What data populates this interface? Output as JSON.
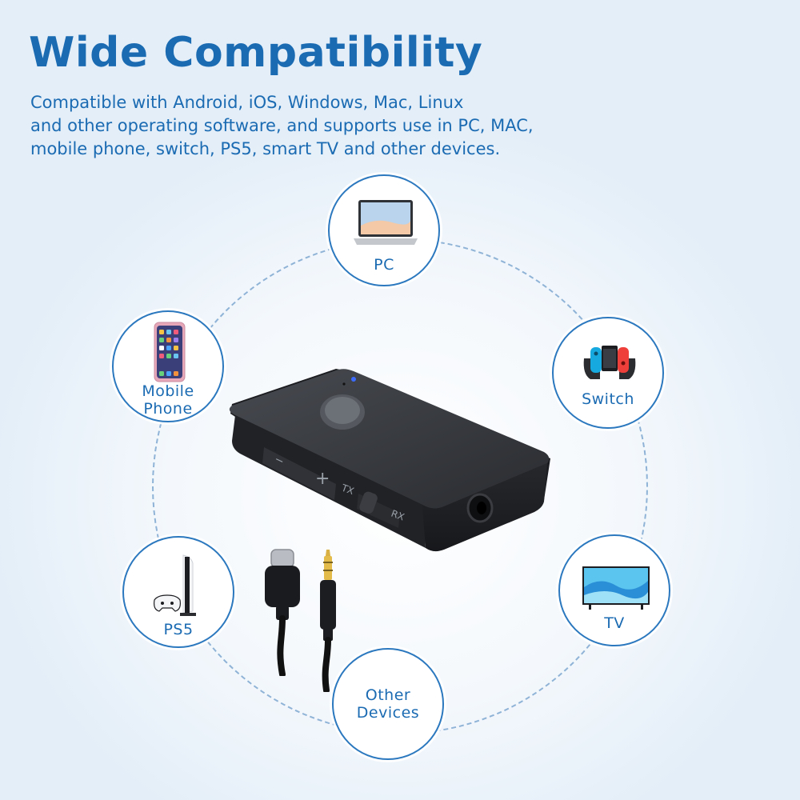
{
  "header": {
    "title": "Wide Compatibility",
    "description_lines": [
      "Compatible with Android, iOS, Windows, Mac, Linux",
      "and other operating software, and supports use in PC, MAC,",
      "mobile phone, switch, PS5, smart TV and other devices."
    ]
  },
  "devices": {
    "pc": {
      "label": "PC",
      "icon": "laptop-icon"
    },
    "switch": {
      "label": "Switch",
      "icon": "game-console-icon"
    },
    "tv": {
      "label": "TV",
      "icon": "tv-icon"
    },
    "other": {
      "label_lines": [
        "Other",
        "Devices"
      ]
    },
    "ps5": {
      "label": "PS5",
      "icon": "ps5-console-icon"
    },
    "mobile": {
      "label_lines": [
        "Mobile",
        "Phone"
      ],
      "icon": "smartphone-icon"
    }
  },
  "product": {
    "button_marks": {
      "minus": "−",
      "plus": "+",
      "tx": "TX",
      "rx": "RX"
    },
    "accessories": [
      "usb-c-cable",
      "aux-3.5mm-cable"
    ]
  },
  "colors": {
    "accent": "#1b6bb3",
    "border": "#2b78bf",
    "ring": "#8fb3d6",
    "device_body": "#2c2e33"
  }
}
